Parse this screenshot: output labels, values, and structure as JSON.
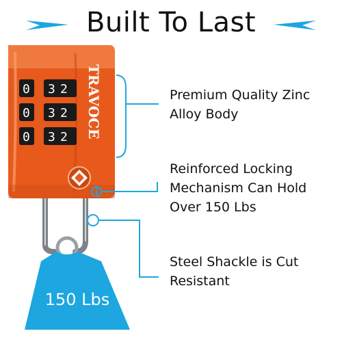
{
  "title": "Built To Last",
  "brand": "TRAVOCE",
  "features": [
    {
      "text": "Premium Quality Zinc Alloy Body"
    },
    {
      "text": "Reinforced Locking Mechanism Can Hold Over 150 Lbs"
    },
    {
      "text": "Steel Shackle is Cut Resistant"
    }
  ],
  "weight": {
    "label": "150 Lbs"
  },
  "dials": [
    "0",
    "0",
    "0"
  ],
  "dial_digits": [
    "3",
    "2"
  ],
  "colors": {
    "lock": "#e8591c",
    "accent": "#1da6e0",
    "text": "#111111"
  }
}
